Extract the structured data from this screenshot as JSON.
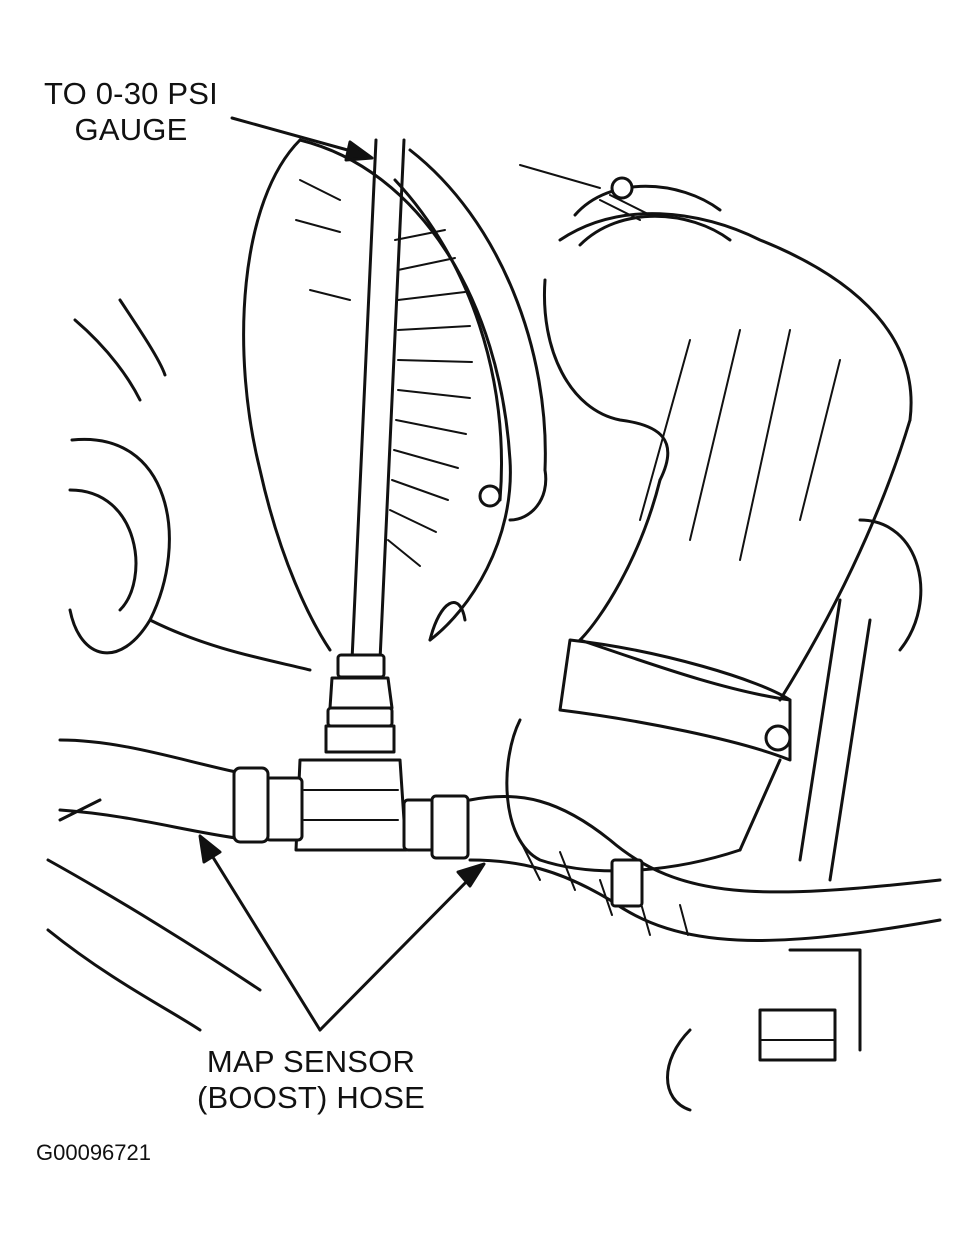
{
  "callouts": {
    "gauge": {
      "line1": "TO 0-30 PSI",
      "line2": "GAUGE"
    },
    "map_hose": {
      "line1": "MAP SENSOR",
      "line2": "(BOOST) HOSE"
    }
  },
  "figure_id": "G00096721"
}
